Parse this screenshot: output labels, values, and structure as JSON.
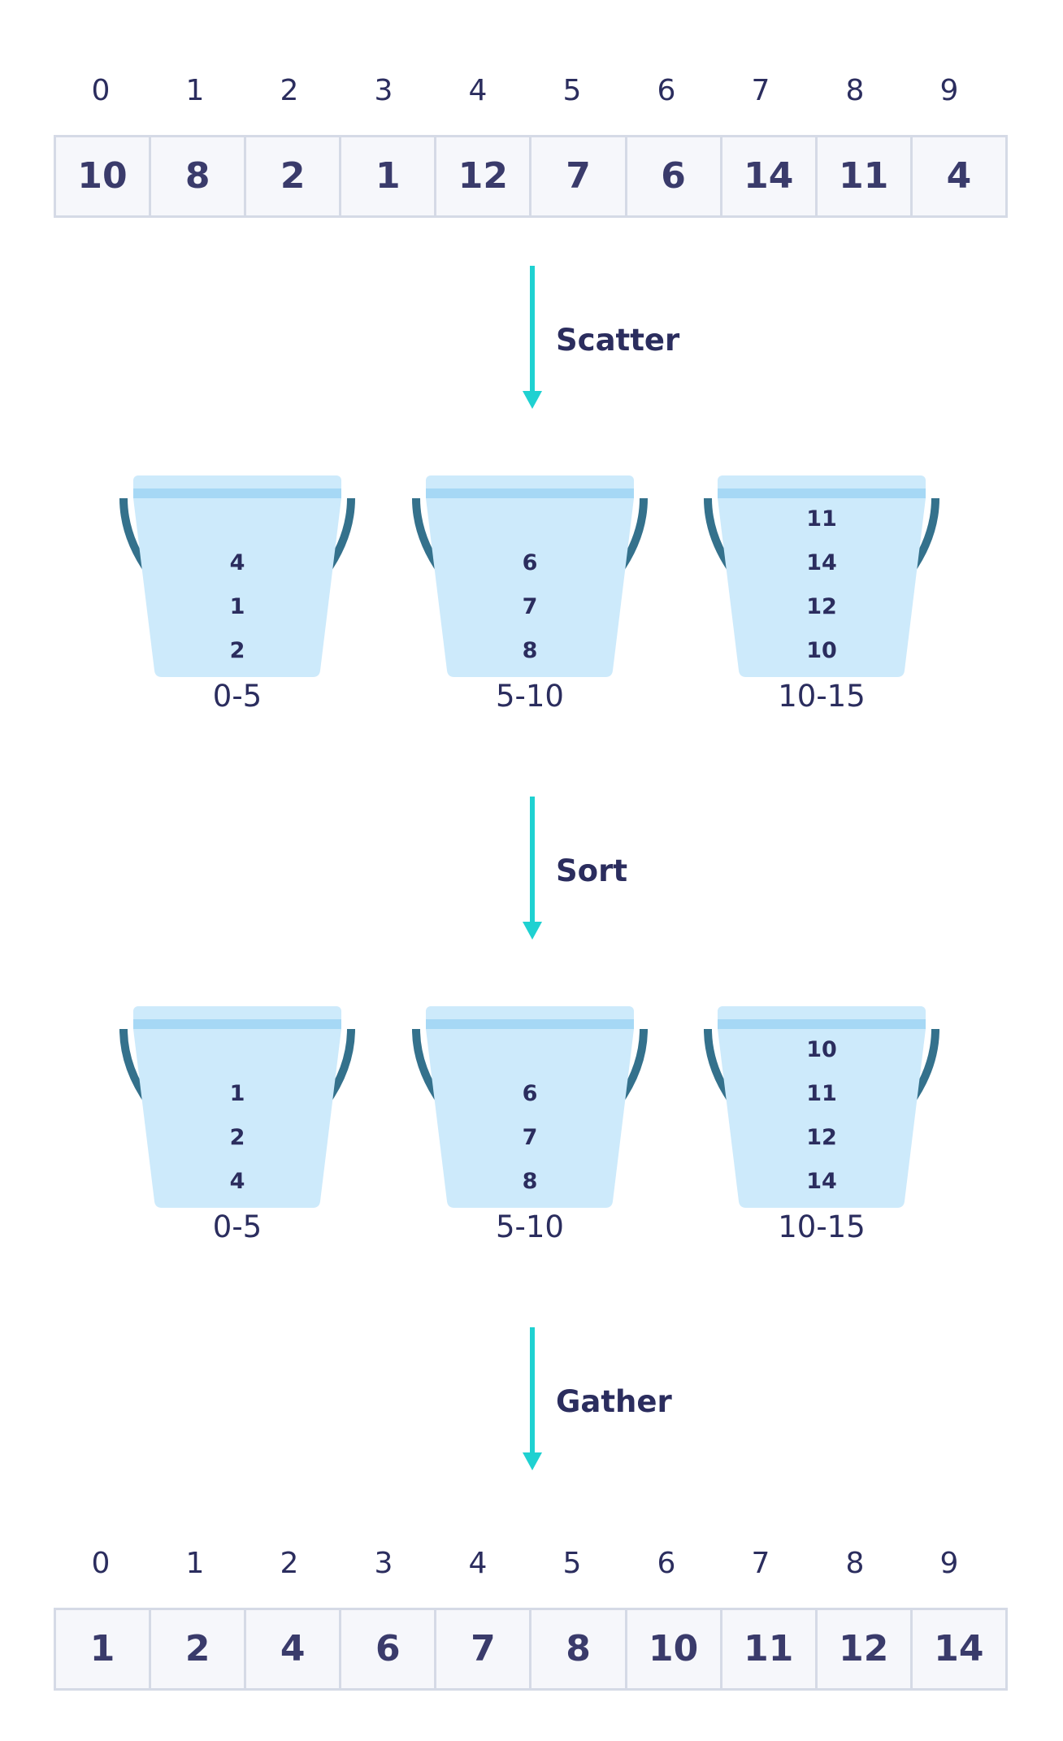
{
  "top_array": {
    "indices": [
      "0",
      "1",
      "2",
      "3",
      "4",
      "5",
      "6",
      "7",
      "8",
      "9"
    ],
    "values": [
      "10",
      "8",
      "2",
      "1",
      "12",
      "7",
      "6",
      "14",
      "11",
      "4"
    ]
  },
  "steps": {
    "scatter": "Scatter",
    "sort": "Sort",
    "gather": "Gather"
  },
  "scatter_buckets": [
    {
      "range": "0-5",
      "values": [
        "4",
        "1",
        "2"
      ]
    },
    {
      "range": "5-10",
      "values": [
        "6",
        "7",
        "8"
      ]
    },
    {
      "range": "10-15",
      "values": [
        "11",
        "14",
        "12",
        "10"
      ]
    }
  ],
  "sorted_buckets": [
    {
      "range": "0-5",
      "values": [
        "1",
        "2",
        "4"
      ]
    },
    {
      "range": "5-10",
      "values": [
        "6",
        "7",
        "8"
      ]
    },
    {
      "range": "10-15",
      "values": [
        "10",
        "11",
        "12",
        "14"
      ]
    }
  ],
  "bottom_array": {
    "indices": [
      "0",
      "1",
      "2",
      "3",
      "4",
      "5",
      "6",
      "7",
      "8",
      "9"
    ],
    "values": [
      "1",
      "2",
      "4",
      "6",
      "7",
      "8",
      "10",
      "11",
      "12",
      "14"
    ]
  },
  "colors": {
    "bucket_fill": "#cdeafb",
    "bucket_rim": "#a6d8f5",
    "bucket_handle": "#34718c",
    "arrow": "#1fd1d1",
    "text": "#2b2d5e",
    "cell_border": "#d5dae6",
    "cell_fill": "#f6f7fb"
  }
}
